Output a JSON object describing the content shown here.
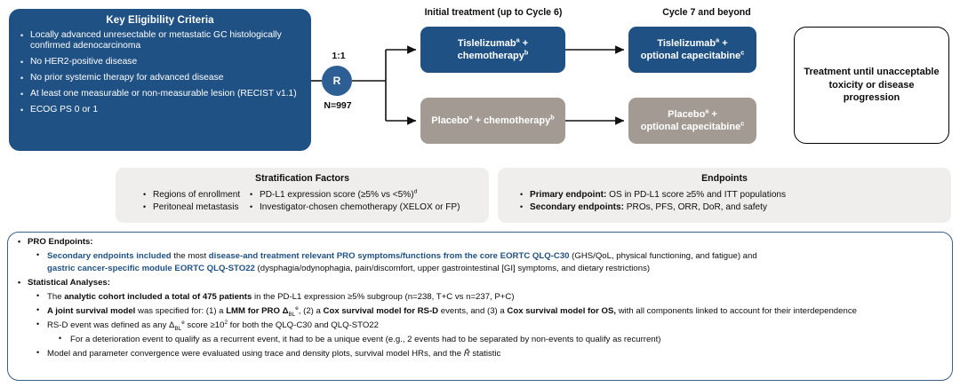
{
  "eligibility": {
    "title": "Key Eligibility Criteria",
    "items": [
      "Locally advanced unresectable or metastatic GC histologically confirmed adenocarcinoma",
      "No HER2-positive disease",
      "No prior systemic therapy for advanced disease",
      "At least one measurable or non-measurable lesion (RECIST v1.1)",
      "ECOG PS 0 or 1"
    ]
  },
  "randomization": {
    "ratio": "1:1",
    "node_label": "R",
    "n_label": "N=997"
  },
  "columns": {
    "initial": "Initial treatment (up to Cycle 6)",
    "cycle7": "Cycle 7 and beyond"
  },
  "arms": {
    "tis_chemo_line1": "Tislelizumab",
    "tis_chemo_sup1": "a",
    "tis_chemo_mid": " +",
    "tis_chemo_line2": "chemotherapy",
    "tis_chemo_sup2": "b",
    "pla_chemo_line1": "Placebo",
    "pla_chemo_sup1": "a",
    "pla_chemo_mid": " + chemotherapy",
    "pla_chemo_sup2": "b",
    "tis_cape_line1": "Tislelizumab",
    "tis_cape_sup1": "a",
    "tis_cape_mid": " +",
    "tis_cape_line2": "optional capecitabine",
    "tis_cape_sup2": "c",
    "pla_cape_line1": "Placebo",
    "pla_cape_sup1": "a",
    "pla_cape_mid": " +",
    "pla_cape_line2": "optional capecitabine",
    "pla_cape_sup2": "c"
  },
  "until_box": {
    "line1": "Treatment until unacceptable",
    "line2": "toxicity or disease progression"
  },
  "stratification": {
    "title": "Stratification Factors",
    "left": [
      "Regions of enrollment",
      "Peritoneal metastasis"
    ],
    "right_1_text": "PD-L1 expression score (≥5% vs <5%)",
    "right_1_sup": "d",
    "right_2_text": "Investigator-chosen chemotherapy (XELOX or FP)"
  },
  "endpoints": {
    "title": "Endpoints",
    "primary_label": "Primary endpoint:",
    "primary_text": " OS in PD-L1 score ≥5% and ITT populations",
    "secondary_label": "Secondary endpoints:",
    "secondary_text": " PROs, PFS, ORR, DoR, and safety"
  },
  "pro_panel": {
    "pro_heading": "PRO Endpoints:",
    "pro_1_a": "Secondary endpoints included",
    "pro_1_b": " the most ",
    "pro_1_c": "disease-and treatment relevant PRO symptoms/functions from the core EORTC QLQ-C30",
    "pro_1_d": " (GHS/QoL, physical functioning, and fatigue) and",
    "pro_2_a": "gastric cancer-specific module EORTC QLQ-STO22",
    "pro_2_b": " (dysphagia/odynophagia, pain/discomfort, upper gastrointestinal [GI] symptoms, and dietary restrictions)",
    "stat_heading": "Statistical Analyses:",
    "stat_1_a": "The ",
    "stat_1_b": "analytic cohort included a total of 475 patients",
    "stat_1_c": " in the PD-L1 expression ≥5% subgroup (n=238, T+C vs n=237, P+C)",
    "stat_2_a": "A joint survival model",
    "stat_2_b": " was specified for: (1) a ",
    "stat_2_c": "LMM",
    "stat_2_d": " for PRO Δ",
    "stat_2_sub": "BL",
    "stat_2_sup": "e",
    "stat_2_e": ", (2) a ",
    "stat_2_f": "Cox survival model for RS-D",
    "stat_2_g": " events, and (3) a ",
    "stat_2_h": "Cox survival model for OS,",
    "stat_2_i": " with all components linked to account for their interdependence",
    "stat_3_a": "RS-D event was defined as any Δ",
    "stat_3_sub": "BL",
    "stat_3_sup": "e",
    "stat_3_b": " score ≥10",
    "stat_3_sup2": "2",
    "stat_3_c": " for both the QLQ-C30 and QLQ-STO22",
    "stat_3_sub_bullet": "For a deterioration event to qualify as a recurrent event, it had to be a unique event (e.g., 2 events had to be separated by non-events to qualify as recurrent)",
    "stat_4": "Model and parameter convergence were evaluated using trace and density plots, survival model HRs, and the ",
    "stat_4_rhat": "R̂",
    "stat_4_end": " statistic"
  },
  "colors": {
    "brand_blue": "#1F5185",
    "node_blue": "#2E5F94",
    "taupe": "#A39B93",
    "band_gray": "#F0EEEC",
    "panel_border": "#3B5E8C"
  }
}
